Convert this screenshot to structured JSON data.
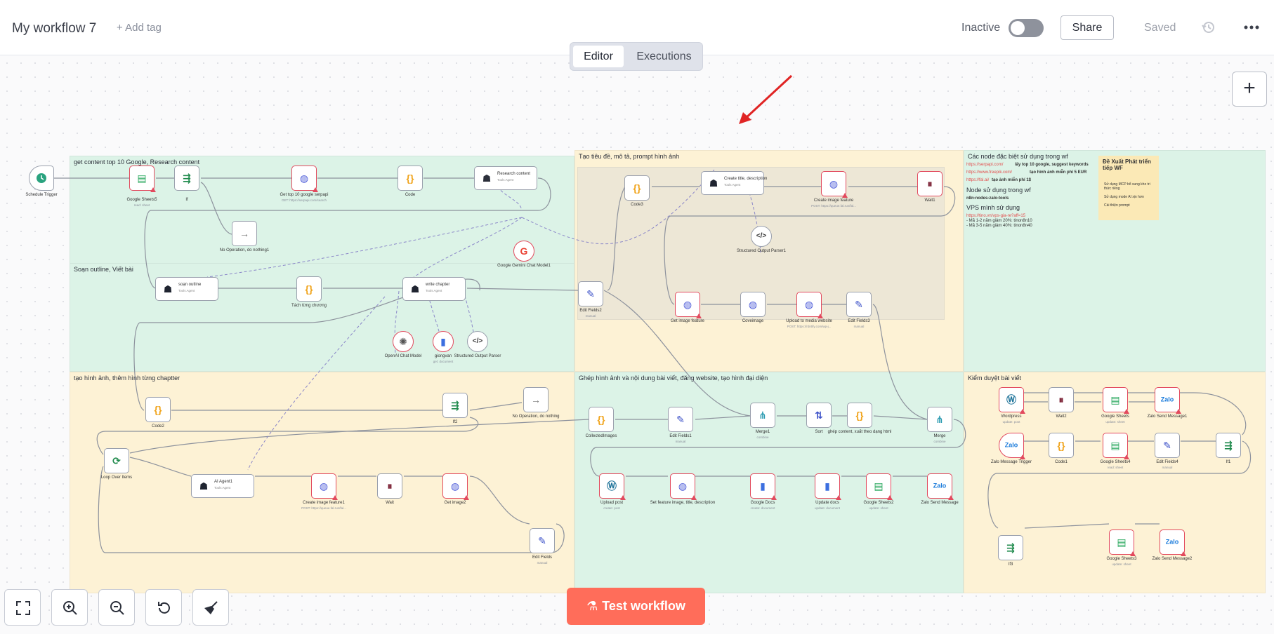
{
  "header": {
    "workflow_name": "My workflow 7",
    "add_tag": "+ Add tag",
    "status_label": "Inactive",
    "share_label": "Share",
    "saved_label": "Saved"
  },
  "tabs": [
    {
      "label": "Editor",
      "active": true
    },
    {
      "label": "Executions",
      "active": false
    }
  ],
  "test_workflow_label": "Test workflow",
  "colors": {
    "accent": "#ff6d5a",
    "error": "#e24a5e",
    "sticky_green": "#dcf3e7",
    "sticky_yellow": "#fdf2d5"
  },
  "groups": {
    "g1": "get content top 10 Google, Research content",
    "g2": "Soạn outline, Viết bài",
    "g3": "Tạo tiêu đề, mô tả, prompt hình ảnh",
    "g4": "Các node đặc biệt sử dụng trong wf",
    "g5": "tạo hình ảnh, thêm hình từng chaptter",
    "g6": "Ghép hình ảnh và nội dung bài viết, đăng website, tạo hình đại diện",
    "g7": "Kiểm duyệt bài viết"
  },
  "notes": {
    "l1_link": "https://serpapi.com/",
    "l1_text": "lấy top 10 google, suggest keywords",
    "l2_link": "https://www.freepik.com/",
    "l2_text": "tạo hình ảnh miễn phí 5 EUR",
    "l3_link": "https://fal.ai/",
    "l3_text": "tạo ảnh miễn phí 1$",
    "node_head": "Node sử dụng trong wf",
    "node_item": "n8n-nodes-zalo-tools",
    "vps_head": "VPS mình sử dụng",
    "vps_link": "https://tino.vn/vps-gia-re?aff=15",
    "vps_1": "- Mã 1-2 năm giảm 20%: tinon8n10",
    "vps_2": "- Mã 3-5 năm giảm 40%: tinon8n40",
    "suggest_title": "Đề Xuất Phát triển tiếp WF",
    "suggest_1": "Sử dụng MCP bổ sung kho tri thức riêng",
    "suggest_2": "Sử dụng mode AI xịn hơn",
    "suggest_3": "Cài thiện prompt"
  },
  "nodes": {
    "schedule": {
      "label": "Schedule Trigger"
    },
    "gsheets5": {
      "label": "Google Sheets5",
      "sub": "read: sheet"
    },
    "if": {
      "label": "If"
    },
    "top10": {
      "label": "Get top 10 google serpapi",
      "sub": "GET: https://serpapi.com/search"
    },
    "code": {
      "label": "Code"
    },
    "research": {
      "label": "Research content",
      "sub": "Tools Agent"
    },
    "noop1": {
      "label": "No Operation, do nothing1"
    },
    "gemini": {
      "label": "Google Gemini Chat Model1"
    },
    "outline": {
      "label": "soạn outline",
      "sub": "Tools Agent"
    },
    "split": {
      "label": "Tách từng chương"
    },
    "chapter": {
      "label": "write chapter",
      "sub": "Tools Agent"
    },
    "openai": {
      "label": "OpenAI Chat Model"
    },
    "giongvan": {
      "label": "giongvan",
      "sub": "get: document"
    },
    "parser2": {
      "label": "Structured Output Parser"
    },
    "code3": {
      "label": "Code3"
    },
    "title": {
      "label": "Create title, description",
      "sub": "Tools Agent"
    },
    "createimg": {
      "label": "Create image feature",
      "sub": "POST: https://queue.fal.run/fal..."
    },
    "wait1": {
      "label": "Wait1"
    },
    "parser1": {
      "label": "Structured Output Parser1"
    },
    "edit2": {
      "label": "Edit Fields2",
      "sub": "manual"
    },
    "getimg": {
      "label": "Get image feature"
    },
    "coveimage": {
      "label": "Coveimage"
    },
    "upload": {
      "label": "Upload to media website",
      "sub": "POST: https://rdntify.com/wp-j..."
    },
    "edit3": {
      "label": "Edit Fields3",
      "sub": "manual"
    },
    "code2": {
      "label": "Code2"
    },
    "if2": {
      "label": "If2"
    },
    "noop": {
      "label": "No Operation, do nothing"
    },
    "loop": {
      "label": "Loop Over Items"
    },
    "agent1": {
      "label": "AI Agent1",
      "sub": "Tools Agent"
    },
    "createimg1": {
      "label": "Create image feature1",
      "sub": "POST: https://queue.fal.run/fal..."
    },
    "wait": {
      "label": "Wait"
    },
    "getimg2": {
      "label": "Get image2"
    },
    "editfields": {
      "label": "Edit Fields",
      "sub": "manual"
    },
    "collected": {
      "label": "CollectedImages"
    },
    "edit1": {
      "label": "Edit Fields1",
      "sub": "manual"
    },
    "merge1": {
      "label": "Merge1",
      "sub": "combine"
    },
    "sort": {
      "label": "Sort"
    },
    "ghep": {
      "label": "ghép content, xuất theo dạng html"
    },
    "merge": {
      "label": "Merge",
      "sub": "combine"
    },
    "uploadpost": {
      "label": "Upload post",
      "sub": "create: post"
    },
    "setfeature": {
      "label": "Set feature image, title, description"
    },
    "gdocs": {
      "label": "Google Docs",
      "sub": "create: document"
    },
    "updatedocs": {
      "label": "Update docs",
      "sub": "update: document"
    },
    "gsheets2": {
      "label": "Google Sheets2",
      "sub": "update: sheet"
    },
    "zalo": {
      "label": "Zalo Send Message"
    },
    "wordpress": {
      "label": "Wordpress",
      "sub": "update: post"
    },
    "wait2": {
      "label": "Wait2"
    },
    "gsheets": {
      "label": "Google Sheets",
      "sub": "update: sheet"
    },
    "zalo1": {
      "label": "Zalo Send Message1"
    },
    "zalotrigger": {
      "label": "Zalo Message Trigger"
    },
    "code1": {
      "label": "Code1"
    },
    "gsheets4": {
      "label": "Google Sheets4",
      "sub": "read: sheet"
    },
    "edit4": {
      "label": "Edit Fields4",
      "sub": "manual"
    },
    "if1": {
      "label": "If1"
    },
    "if3": {
      "label": "If3"
    },
    "gsheets3": {
      "label": "Google Sheets3",
      "sub": "update: sheet"
    },
    "zalo2": {
      "label": "Zalo Send Message2"
    }
  }
}
